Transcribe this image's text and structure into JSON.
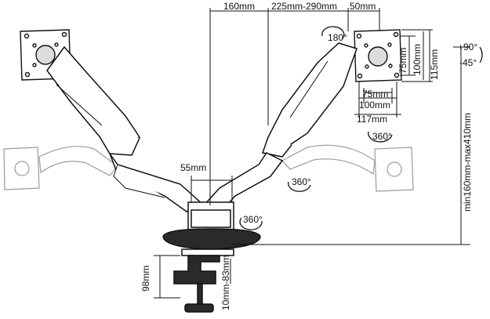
{
  "dimensions": {
    "top_left": "160mm",
    "top_middle": "225mm-290mm",
    "top_right": "50mm",
    "pole_width": "55mm",
    "vesa_h_inner_a": "75mm",
    "vesa_h_inner_b": "100mm",
    "vesa_v_outer": "115mm",
    "vesa_v_a": "75mm",
    "vesa_v_b": "100mm",
    "plate_width": "117mm",
    "clamp_height": "98mm",
    "desk_thickness": "10mm-83mm",
    "height_range": "min160mm-max410mm"
  },
  "rotations": {
    "screen_rotate": "180°",
    "tilt_up": "+90°",
    "tilt_down": "-45°",
    "swivel_right_plate": "360°",
    "swivel_elbow": "360°",
    "swivel_base": "360°"
  },
  "colors": {
    "line": "#111111",
    "ghost": "#9a9a9a",
    "fill": "#ffffff",
    "dark": "#2a2a2a"
  }
}
